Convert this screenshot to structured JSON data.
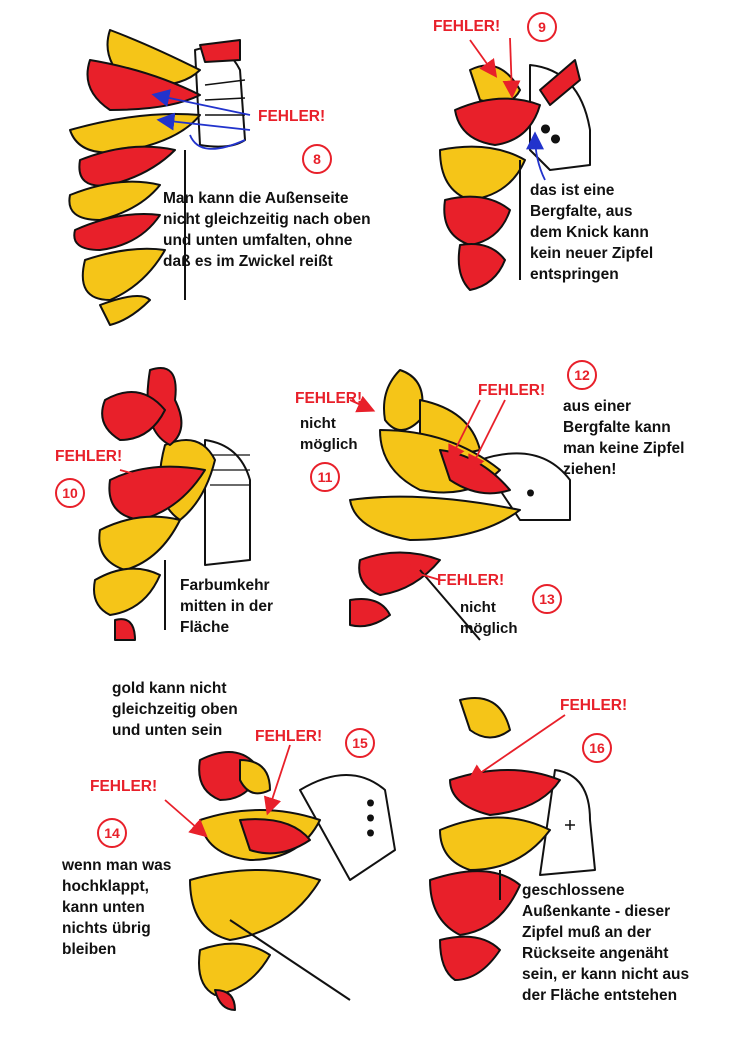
{
  "colors": {
    "gold": "#f5c518",
    "red": "#e8202a",
    "outline": "#111111",
    "steel": "#ffffff"
  },
  "panels": [
    {
      "number": "8",
      "errors": [
        "FEHLER!"
      ],
      "text": "Man kann die Außenseite\nnicht gleichzeitig nach oben\nund unten umfalten, ohne\ndaß es im Zwickel reißt"
    },
    {
      "number": "9",
      "errors": [
        "FEHLER!"
      ],
      "text": "das ist eine\nBergfalte, aus\ndem Knick kann\nkein neuer Zipfel\nentspringen"
    },
    {
      "number": "10",
      "errors": [
        "FEHLER!"
      ],
      "text": "Farbumkehr\nmitten in der\nFläche"
    },
    {
      "number": "11",
      "errors": [
        "FEHLER!"
      ],
      "text": "nicht\nmöglich"
    },
    {
      "number": "12",
      "errors": [
        "FEHLER!"
      ],
      "text": "aus einer\nBergfalte kann\nman keine Zipfel\nziehen!"
    },
    {
      "number": "13",
      "errors": [
        "FEHLER!"
      ],
      "text": "nicht\nmöglich"
    },
    {
      "number": "14",
      "errors": [
        "FEHLER!"
      ],
      "text": "wenn man was\nhochklappt,\nkann unten\nnichts übrig\nbleiben"
    },
    {
      "number": "15",
      "errors": [
        "FEHLER!"
      ],
      "text": "gold kann nicht\ngleichzeitig oben\nund unten sein"
    },
    {
      "number": "16",
      "errors": [
        "FEHLER!"
      ],
      "text": "geschlossene\nAußenkante - dieser\nZipfel muß an der\nRückseite angenäht\nsein, er kann nicht aus\nder Fläche entstehen"
    }
  ]
}
